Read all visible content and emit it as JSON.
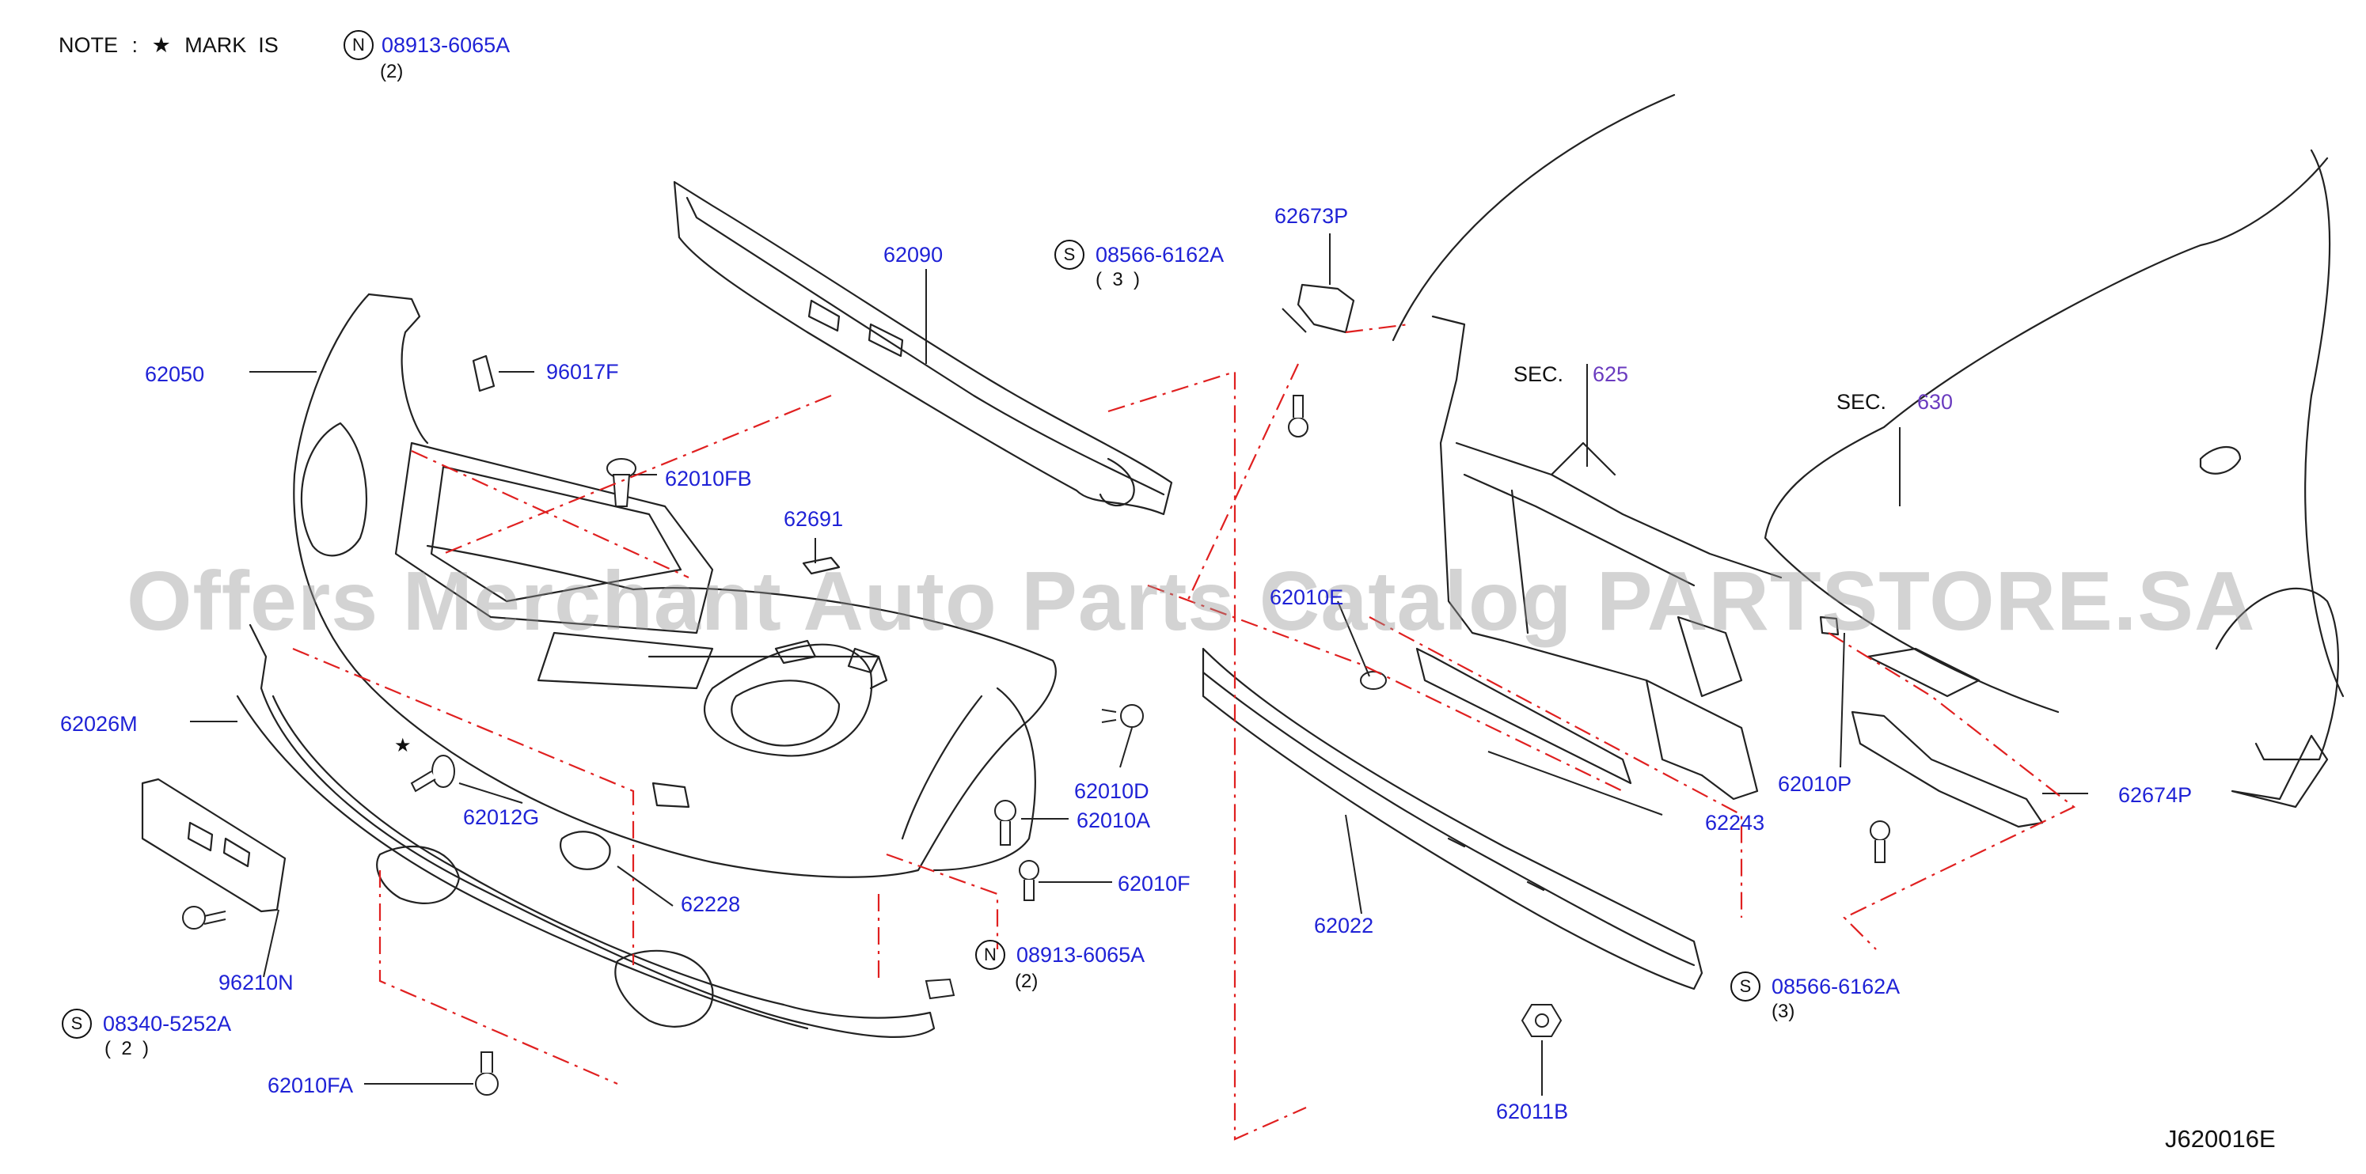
{
  "note": {
    "prefix": "NOTE",
    "colon": ":",
    "star": "★",
    "mark_is": "MARK  IS",
    "circle": "N",
    "part": "08913-6065A",
    "qty": "(2)"
  },
  "watermark": "Offers Merchant Auto Parts Catalog PARTSTORE.SA",
  "diagram_code": "J620016E",
  "sections": [
    {
      "prefix": "SEC.",
      "number": "625"
    },
    {
      "prefix": "SEC.",
      "number": "630"
    }
  ],
  "labels": {
    "p62050": "62050",
    "p96017F": "96017F",
    "p62090": "62090",
    "p62010FB": "62010FB",
    "p62691": "62691",
    "p62673P": "62673P",
    "p62026M": "62026M",
    "p62012G": "62012G",
    "p62228": "62228",
    "p62010D": "62010D",
    "p62010A": "62010A",
    "p62010F": "62010F",
    "p96210N": "96210N",
    "p62010FA": "62010FA",
    "p62010E": "62010E",
    "p62243": "62243",
    "p62010P": "62010P",
    "p62674P": "62674P",
    "p62022": "62022",
    "p62011B": "62011B"
  },
  "fasteners": {
    "s_top": {
      "circle": "S",
      "part": "08566-6162A",
      "qty": "(  3  )"
    },
    "n_mid": {
      "circle": "N",
      "part": "08913-6065A",
      "qty": "(2)"
    },
    "s_left": {
      "circle": "S",
      "part": "08340-5252A",
      "qty": "(  2  )"
    },
    "s_right": {
      "circle": "S",
      "part": "08566-6162A",
      "qty": "(3)"
    }
  },
  "colors": {
    "part_number": "#1f22d6",
    "section_number": "#6a3bbf",
    "dash_line": "#e02020",
    "drawing": "#222222"
  }
}
